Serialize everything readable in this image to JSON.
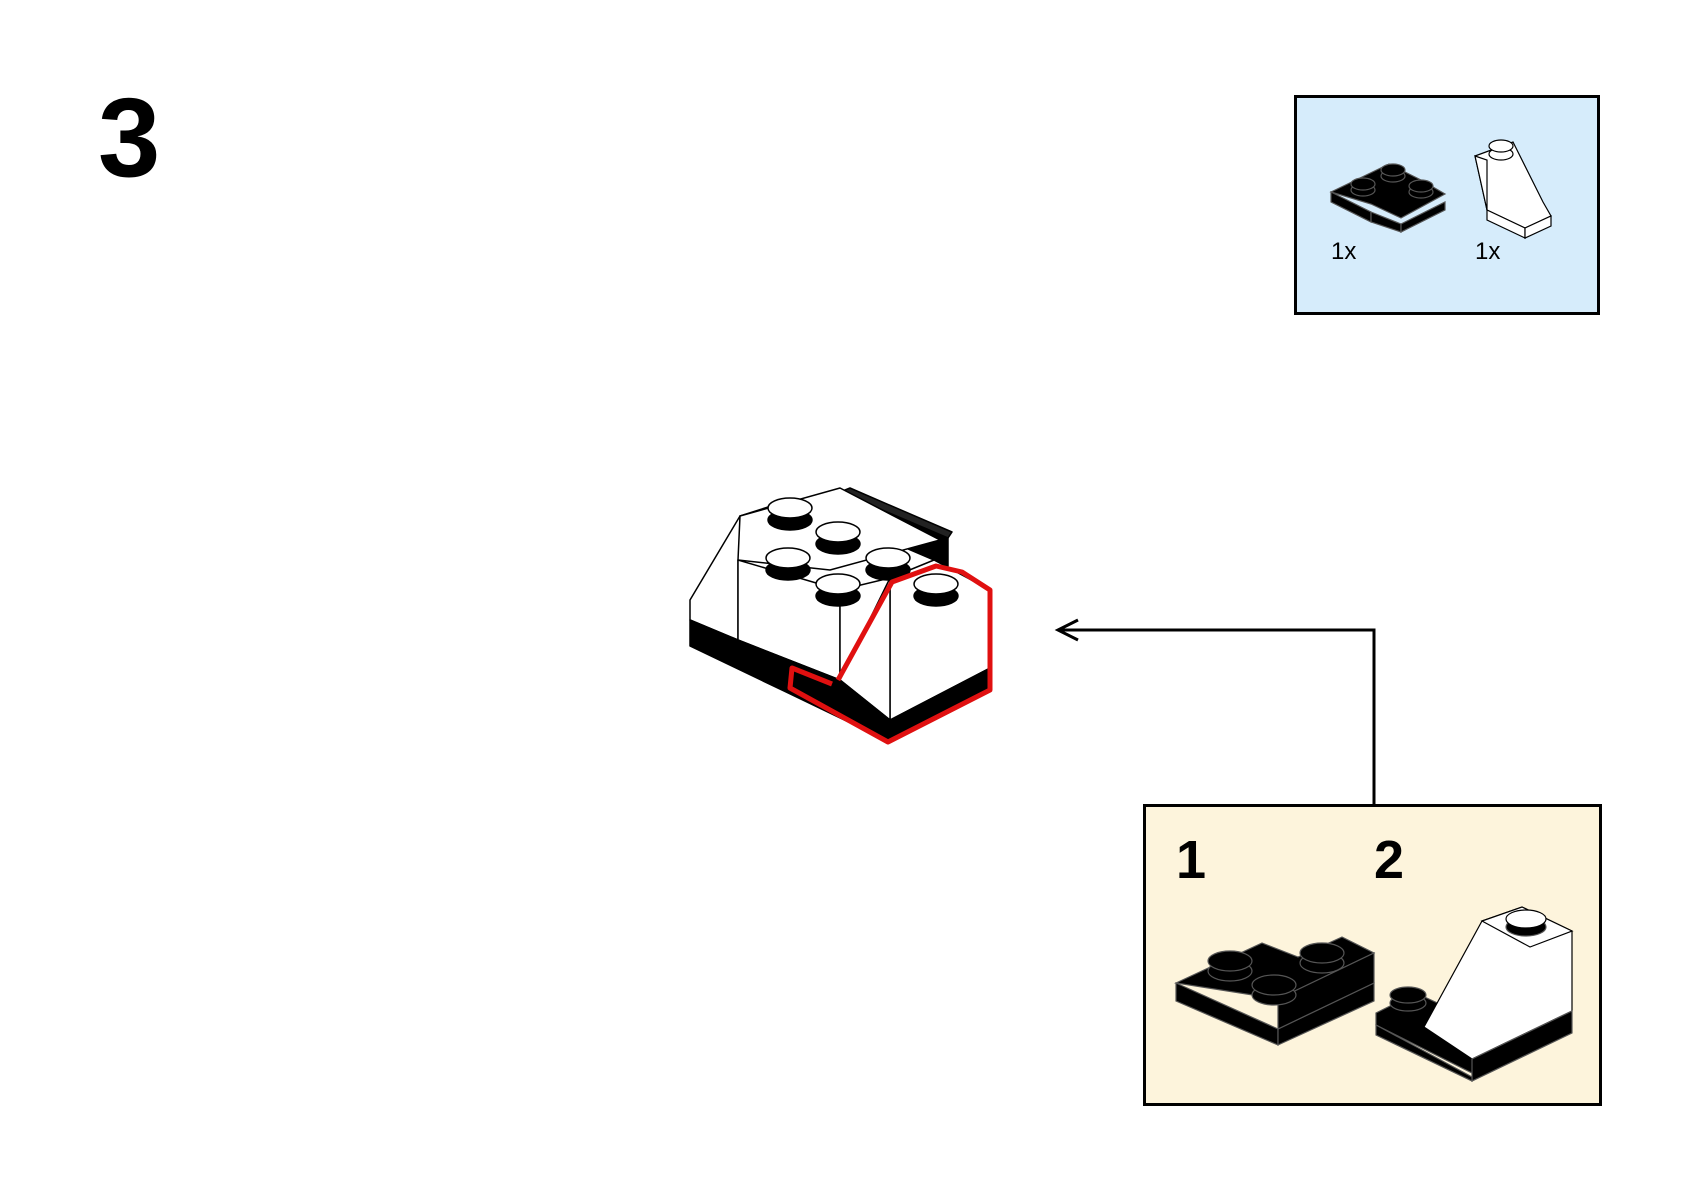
{
  "step": {
    "number": "3"
  },
  "parts": [
    {
      "name": "black-l-plate",
      "quantity": "1x",
      "color": "#000000"
    },
    {
      "name": "white-slope-brick",
      "quantity": "1x",
      "color": "#ffffff"
    }
  ],
  "substeps": [
    {
      "number": "1"
    },
    {
      "number": "2"
    }
  ],
  "colors": {
    "highlight": "#e01010",
    "parts_background": "#d6ecfb",
    "substep_background": "#fdf4dc"
  }
}
